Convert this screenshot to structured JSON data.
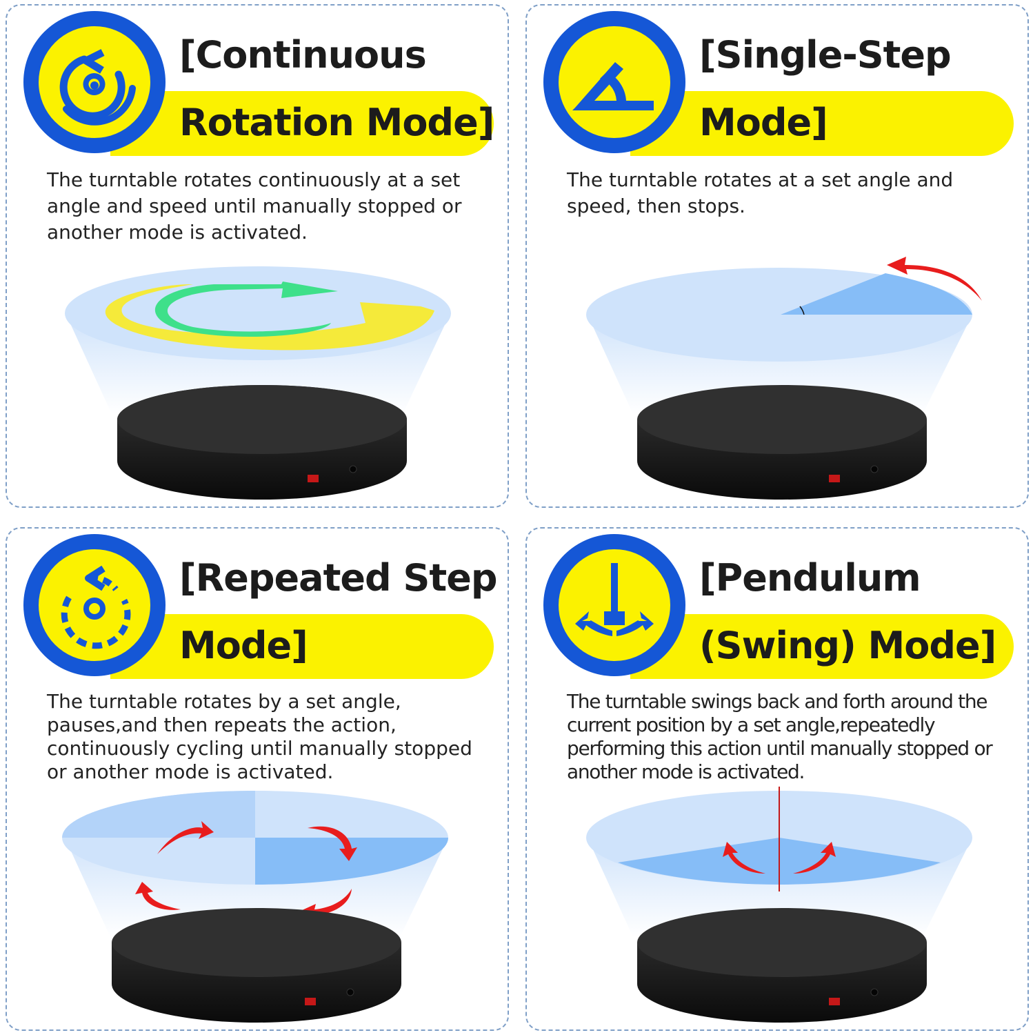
{
  "panels": [
    {
      "title_line1": "[Continuous",
      "title_line2": "Rotation Mode]",
      "description": "The turntable rotates continuously at a set angle and speed until manually stopped or another mode is activated.",
      "icon": "continuous-rotation-icon"
    },
    {
      "title_line1": "[Single-Step",
      "title_line2": "Mode]",
      "description": "The turntable rotates at a set angle and speed, then stops.",
      "icon": "angle-icon"
    },
    {
      "title_line1": "[Repeated Step",
      "title_line2": "Mode]",
      "description": "The turntable rotates by a set angle, pauses,and then repeats the action, continuously cycling until manually stopped or another mode is activated.",
      "icon": "repeated-step-icon"
    },
    {
      "title_line1": "[Pendulum",
      "title_line2": "(Swing) Mode]",
      "description": "The turntable swings back and forth around the current position by a set angle,repeatedly performing this action until manually stopped or another mode is activated.",
      "icon": "pendulum-swing-icon"
    }
  ],
  "colors": {
    "badge_ring": "#1557d6",
    "badge_fill": "#fbf200",
    "banner": "#fbf200",
    "arrow_red": "#e81d1d",
    "arrow_green": "#3ee08a",
    "arrow_yellow": "#f5ea3a",
    "disc_light": "#cfe3fb",
    "disc_blue": "#86bdf7",
    "turntable": "#141414",
    "panel_border": "#7f9fc7"
  }
}
